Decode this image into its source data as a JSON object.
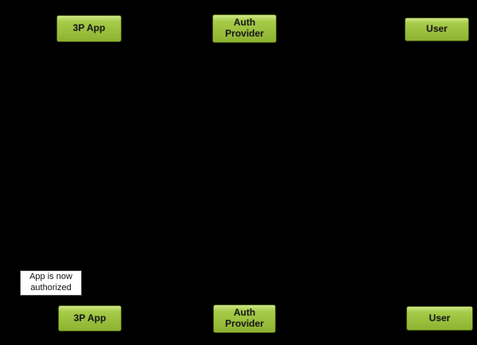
{
  "diagram": {
    "type": "sequence-diagram",
    "background": "#000000",
    "actors": {
      "top": [
        {
          "label": "3P App"
        },
        {
          "label": "Auth\nProvider"
        },
        {
          "label": "User"
        }
      ],
      "bottom": [
        {
          "label": "3P App"
        },
        {
          "label": "Auth\nProvider"
        },
        {
          "label": "User"
        }
      ]
    },
    "note": {
      "text": "App is now\nauthorized"
    },
    "colors": {
      "box_highlight": "#cfe787",
      "box_top": "#a6cc49",
      "box_bottom": "#8db231",
      "box_border": "#42540e",
      "box_text": "#1b1b1b",
      "note_bg": "#ffffff",
      "note_border": "#4d4d4d",
      "note_text": "#111111",
      "bg": "#000000"
    }
  }
}
